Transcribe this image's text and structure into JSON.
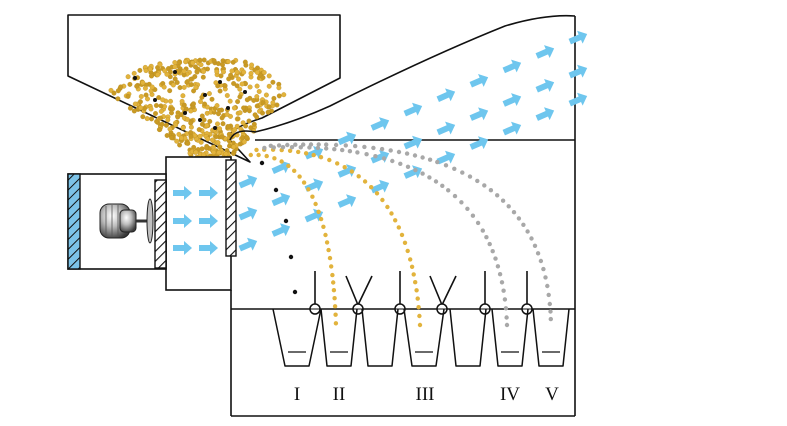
{
  "bins": [
    {
      "id": "bin-1",
      "label": "I"
    },
    {
      "id": "bin-2",
      "label": "II"
    },
    {
      "id": "bin-3",
      "label": "III"
    },
    {
      "id": "bin-4",
      "label": "IV"
    },
    {
      "id": "bin-5",
      "label": "V"
    }
  ],
  "icons": {
    "motor": "electric-motor-icon",
    "airflow": "airflow-arrow-icon",
    "hopper": "grain-hopper-icon"
  },
  "colors": {
    "grain": "#E2B33C",
    "grain_dark": "#C99A24",
    "impurity": "#111111",
    "chaff": "#A8A8A8",
    "airflow": "#6EC6EE",
    "screen_blue": "#7CC3E8",
    "outline": "#111111"
  }
}
